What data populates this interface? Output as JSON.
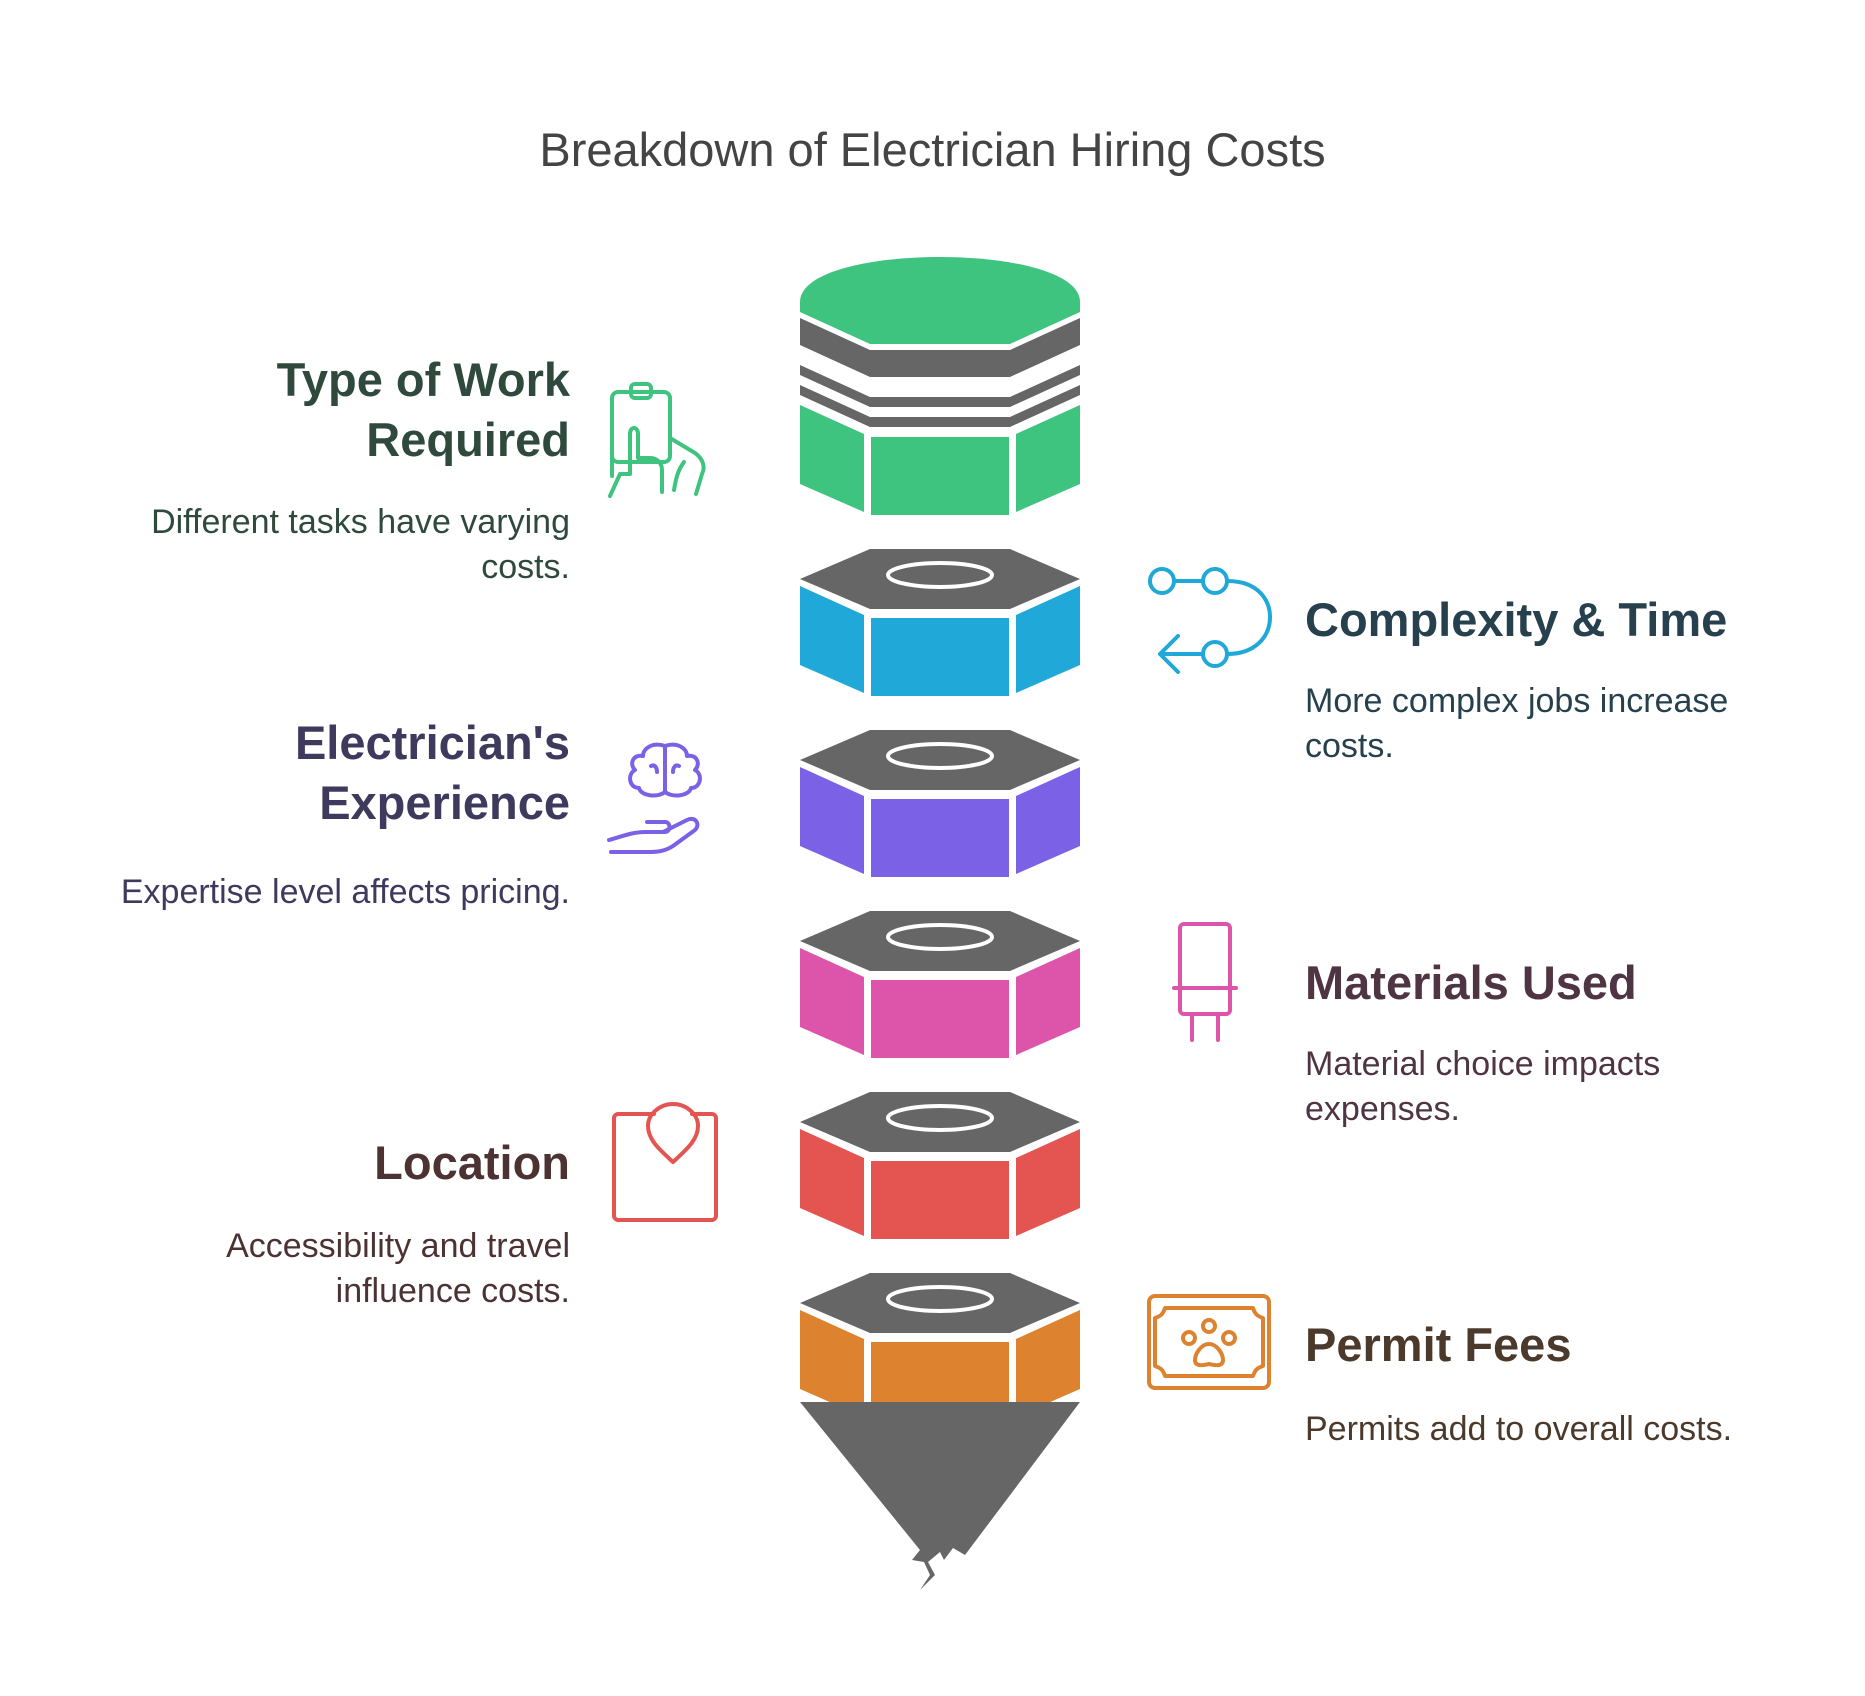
{
  "title": "Breakdown of Electrician Hiring Costs",
  "items": [
    {
      "heading_line1": "Type of Work",
      "heading_line2": "Required",
      "description_line1": "Different tasks have varying",
      "description_line2": "costs.",
      "color": "#3ec47f",
      "text_color": "#2f4a3c",
      "icon": "clipboard-hand-icon"
    },
    {
      "heading": "Complexity & Time",
      "description_line1": "More complex jobs increase",
      "description_line2": "costs.",
      "color": "#1fa8d8",
      "text_color": "#26404d",
      "icon": "process-flow-icon"
    },
    {
      "heading_line1": "Electrician's",
      "heading_line2": "Experience",
      "description": "Expertise level affects pricing.",
      "color": "#7b61e6",
      "text_color": "#3e3a5e",
      "icon": "brain-hand-icon"
    },
    {
      "heading": "Materials Used",
      "description_line1": "Material choice impacts",
      "description_line2": "expenses.",
      "color": "#dc55aa",
      "text_color": "#4f3443",
      "icon": "capacitor-icon"
    },
    {
      "heading": "Location",
      "description_line1": "Accessibility and travel",
      "description_line2": "influence costs.",
      "color": "#e45451",
      "text_color": "#4c3232",
      "icon": "map-pin-icon"
    },
    {
      "heading": "Permit Fees",
      "description": "Permits add to overall costs.",
      "color": "#dd8330",
      "text_color": "#4b3a2b",
      "icon": "permit-certificate-icon"
    }
  ],
  "graphic": {
    "segment_top_color": "#666666",
    "eraser_color": "#3ec47f",
    "tip_color": "#666666"
  }
}
